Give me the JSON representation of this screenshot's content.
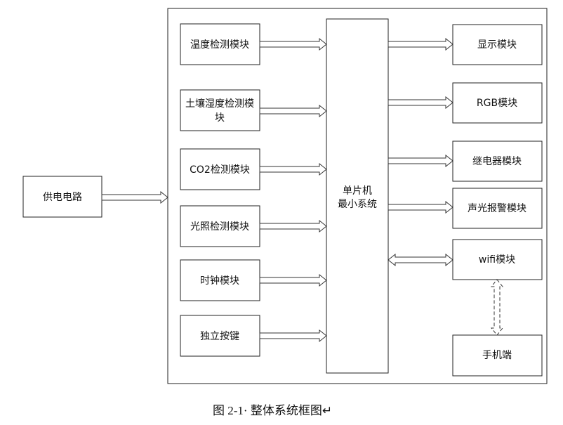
{
  "diagram": {
    "power": "供电电路",
    "mcu": [
      "单片机",
      "最小系统"
    ],
    "inputs": [
      {
        "id": "temp",
        "lines": [
          "温度检测模块"
        ]
      },
      {
        "id": "soil",
        "lines": [
          "土壤湿度检测模",
          "块"
        ]
      },
      {
        "id": "co2",
        "lines": [
          "CO2检测模块"
        ]
      },
      {
        "id": "light",
        "lines": [
          "光照检测模块"
        ]
      },
      {
        "id": "clock",
        "lines": [
          "时钟模块"
        ]
      },
      {
        "id": "keys",
        "lines": [
          "独立按键"
        ]
      }
    ],
    "outputs": [
      {
        "id": "display",
        "label": "显示模块"
      },
      {
        "id": "rgb",
        "label": "RGB模块"
      },
      {
        "id": "relay",
        "label": "继电器模块"
      },
      {
        "id": "alarm",
        "label": "声光报警模块"
      },
      {
        "id": "wifi",
        "label": "wifi模块"
      }
    ],
    "phone": "手机端"
  },
  "caption": "图 2-1· 整体系统框图↵"
}
